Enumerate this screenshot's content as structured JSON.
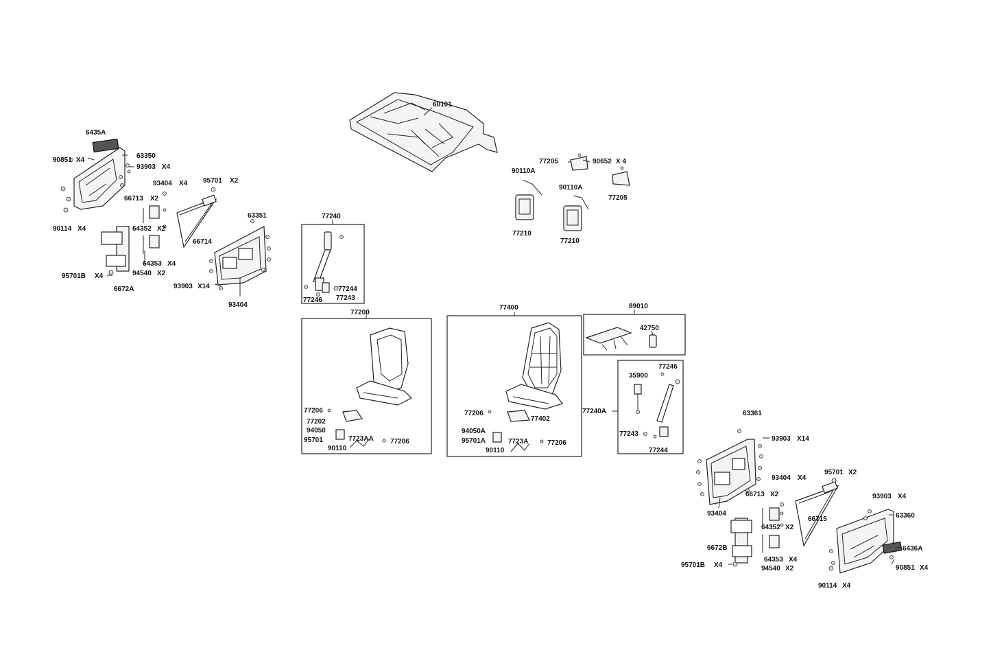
{
  "labels": {
    "l_6435A": "6435A",
    "l_90851_l": "90851",
    "l_x4_90851_l": "X4",
    "l_63350": "63350",
    "l_93903_l": "93903",
    "l_x4_93903_l": "X4",
    "l_93404_x4_l": "93404",
    "l_x4_93404_l": "X4",
    "l_95701_l": "95701",
    "l_x2_95701_l": "X2",
    "l_66713_l": "66713",
    "l_x2_66713_l": "X2",
    "l_90114_l": "90114",
    "l_x4_90114_l": "X4",
    "l_64352_l": "64352",
    "l_x2_64352_l": "X2",
    "l_66714": "66714",
    "l_63351": "63351",
    "l_64353_l": "64353",
    "l_x4_64353_l": "X4",
    "l_95701B_l": "95701B",
    "l_x4_95701B_l": "X4",
    "l_94540_l": "94540",
    "l_x2_94540_l": "X2",
    "l_93903_x14_l": "93903",
    "l_x14_93903_l": "X14",
    "l_6672A": "6672A",
    "l_93404_l": "93404",
    "l_60101": "60101",
    "l_77205_a": "77205",
    "l_90652": "90652",
    "l_x4_90652": "X 4",
    "l_90110A_a": "90110A",
    "l_90110A_b": "90110A",
    "l_77205_b": "77205",
    "l_77210_a": "77210",
    "l_77210_b": "77210",
    "l_77240": "77240",
    "l_77244_a": "77244",
    "l_77246_a": "77246",
    "l_77243_a": "77243",
    "l_77200": "77200",
    "l_77206_a": "77206",
    "l_77202": "77202",
    "l_94050": "94050",
    "l_95701_s": "95701",
    "l_7723AA": "7723AA",
    "l_77206_b": "77206",
    "l_90110_a": "90110",
    "l_77400": "77400",
    "l_77206_c": "77206",
    "l_77402": "77402",
    "l_94050A": "94050A",
    "l_95701A": "95701A",
    "l_7723A": "7723A",
    "l_77206_d": "77206",
    "l_90110_b": "90110",
    "l_89010": "89010",
    "l_42750": "42750",
    "l_35900": "35900",
    "l_77246_b": "77246",
    "l_77240A": "77240A",
    "l_77243_b": "77243",
    "l_77244_b": "77244",
    "l_63361": "63361",
    "l_93903_x14_r": "93903",
    "l_x14_93903_r": "X14",
    "l_93404_x4_r": "93404",
    "l_x4_93404_r": "X4",
    "l_95701_r": "95701",
    "l_x2_95701_r": "X2",
    "l_66713_r": "66713",
    "l_x2_66713_r": "X2",
    "l_93404_r": "93404",
    "l_93903_x4_r": "93903",
    "l_x4_93903_r": "X4",
    "l_66715": "66715",
    "l_63360": "63360",
    "l_64352_r": "64352",
    "l_x2_64352_r": "X2",
    "l_6672B": "6672B",
    "l_6436A": "6436A",
    "l_64353_r": "64353",
    "l_x4_64353_r": "X4",
    "l_95701B_r": "95701B",
    "l_x4_95701B_r": "X4",
    "l_94540_r": "94540",
    "l_x2_94540_r": "X2",
    "l_90851_r": "90851",
    "l_x4_90851_r": "X4",
    "l_90114_r": "90114",
    "l_x4_90114_r": "X4"
  }
}
